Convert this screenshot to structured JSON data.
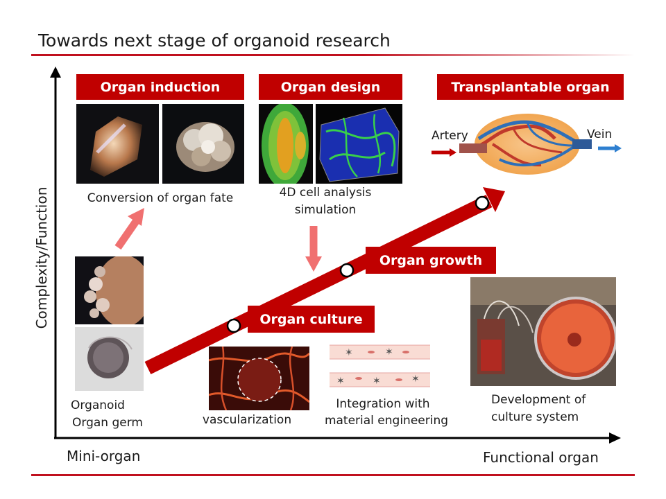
{
  "slide": {
    "title": "Towards next stage of organoid research"
  },
  "axes": {
    "y_label": "Complexity/Function",
    "x_left_label": "Mini-organ",
    "x_right_label": "Functional organ"
  },
  "banners": {
    "organ_induction": "Organ induction",
    "organ_design": "Organ design",
    "transplantable_organ": "Transplantable organ",
    "organ_growth": "Organ growth",
    "organ_culture": "Organ culture"
  },
  "captions": {
    "conversion": "Conversion of organ fate",
    "cell_analysis_line1": "4D cell analysis",
    "cell_analysis_line2": "simulation",
    "organoid_line1": "Organoid",
    "organoid_line2": "Organ germ",
    "vascularization": "vascularization",
    "integration_line1": "Integration with",
    "integration_line2": "material engineering",
    "culture_line1": "Development of",
    "culture_line2": "culture system"
  },
  "organ_diagram": {
    "artery_label": "Artery",
    "vein_label": "Vein"
  },
  "colors": {
    "accent_red": "#c00000",
    "pink_arrow": "#f07070",
    "vein_blue": "#2e6fb8",
    "artery_red": "#c0392b"
  }
}
